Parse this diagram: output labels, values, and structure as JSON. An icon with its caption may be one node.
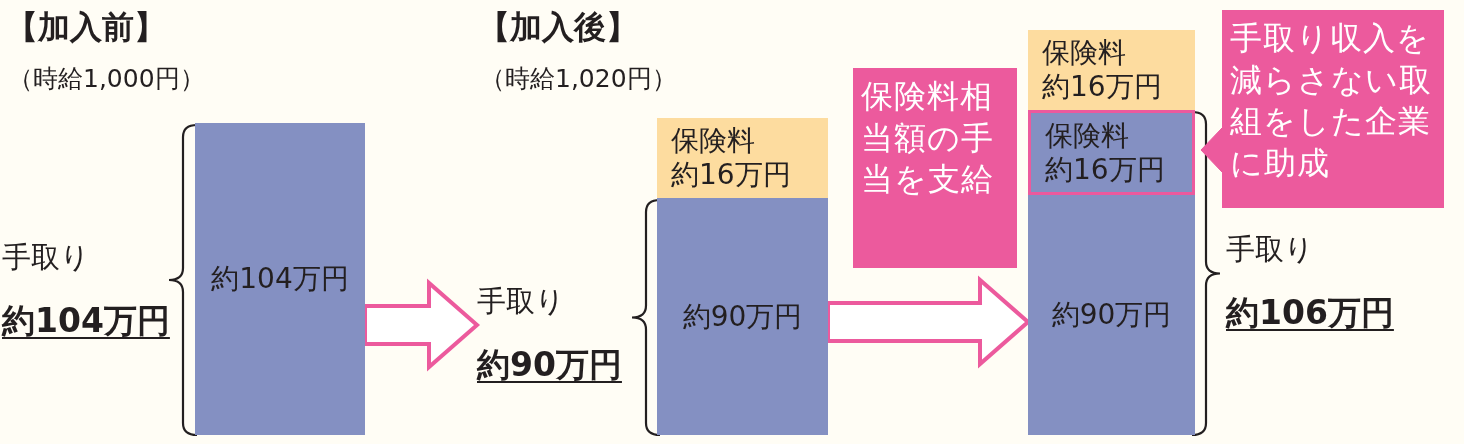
{
  "diagram": {
    "nodes": [
      {
        "text": [
          "手取り",
          "約104万円"
        ]
      },
      {
        "text": [
          "約104万円"
        ]
      },
      {
        "text": [
          "手取り",
          "約90万円"
        ]
      },
      {
        "text": [
          "保険料",
          "約16万円"
        ]
      },
      {
        "text": [
          "約90万円"
        ]
      },
      {
        "text": [
          "保険料相当額の手当を支給"
        ]
      },
      {
        "text": [
          "保険料",
          "約16万円"
        ]
      },
      {
        "text": [
          "保険料",
          "約16万円"
        ]
      },
      {
        "text": [
          "約90万円"
        ]
      },
      {
        "text": [
          "手取り収入を減らさない取組をした企業に助成"
        ]
      },
      {
        "text": [
          "手取り",
          "約106万円"
        ]
      }
    ],
    "edges": [
      {
        "from": 1,
        "to": 2,
        "arrow": "to"
      },
      {
        "from": 4,
        "to": 8,
        "arrow": "to"
      },
      {
        "from": 9,
        "to": 7,
        "arrow": "to"
      }
    ],
    "labels": [
      "【加入前】",
      "（時給1,000円）",
      "【加入後】",
      "（時給1,020円）"
    ]
  }
}
